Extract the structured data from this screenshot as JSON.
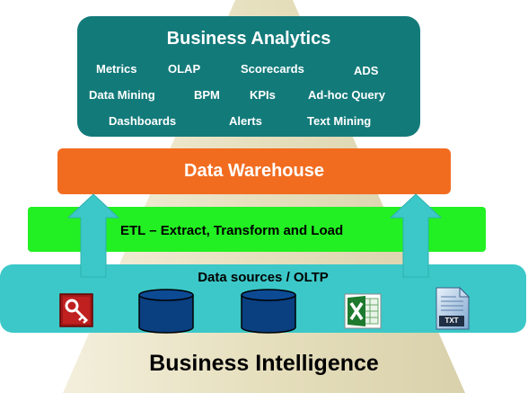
{
  "analytics": {
    "title": "Business Analytics",
    "items": [
      "Metrics",
      "OLAP",
      "Scorecards",
      "ADS",
      "Data Mining",
      "BPM",
      "KPIs",
      "Ad-hoc Query",
      "Dashboards",
      "Alerts",
      "Text Mining"
    ]
  },
  "warehouse": {
    "label": "Data Warehouse"
  },
  "etl": {
    "label": "ETL – Extract, Transform and Load"
  },
  "sources": {
    "label": "Data sources / OLTP",
    "icons": [
      "access-db-icon",
      "database-cylinder-icon",
      "database-cylinder-icon",
      "excel-icon",
      "text-file-icon"
    ],
    "txt_badge": "TXT"
  },
  "footer": {
    "title": "Business Intelligence"
  },
  "colors": {
    "analytics": "#137a7a",
    "warehouse": "#f26c20",
    "etl": "#22f022",
    "sources": "#3cc8c8",
    "pyramid": "#ece6c8"
  }
}
